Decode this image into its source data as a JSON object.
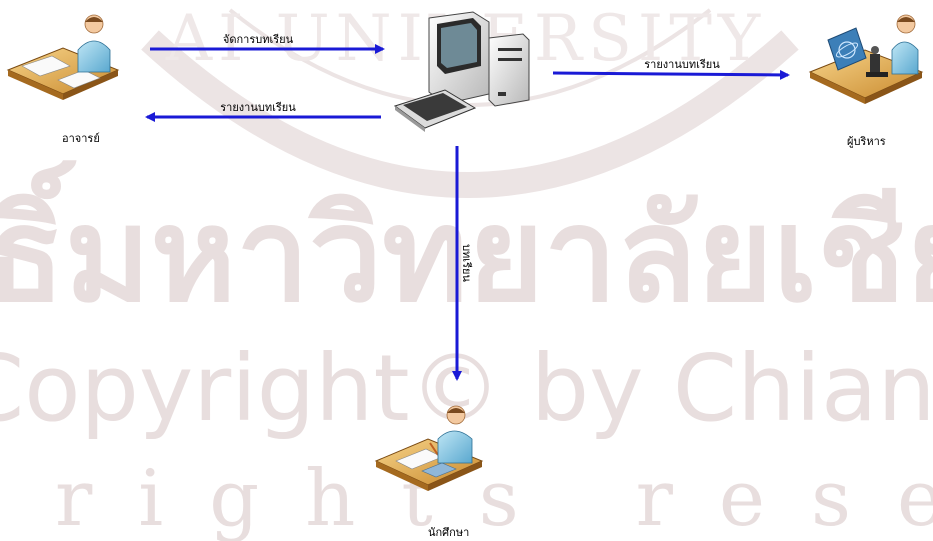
{
  "diagram": {
    "nodes": {
      "teacher": {
        "label": "อาจารย์",
        "icon": "teacher-at-desk-icon"
      },
      "system": {
        "label": "",
        "icon": "desktop-computer-icon"
      },
      "executive": {
        "label": "ผู้บริหาร",
        "icon": "executive-microscope-icon"
      },
      "student": {
        "label": "นักศึกษา",
        "icon": "student-writing-icon"
      }
    },
    "edges": [
      {
        "from": "teacher",
        "to": "system",
        "label": "จัดการบทเรียน"
      },
      {
        "from": "system",
        "to": "teacher",
        "label": "รายงานบทเรียน"
      },
      {
        "from": "system",
        "to": "executive",
        "label": "รายงานบทเรียน"
      },
      {
        "from": "system",
        "to": "student",
        "label": "บทเรียน"
      }
    ],
    "arrow_color": "#1a1ad6"
  },
  "watermark": {
    "line1": "AI UNIVERSITY",
    "line2": "ลิขสิทธิ์มหาวิทยาลัยเชียงใหม่",
    "line3": "Copyright© by Chiang Mai University",
    "line4": "All rights reserved",
    "color": "#e4dada"
  }
}
